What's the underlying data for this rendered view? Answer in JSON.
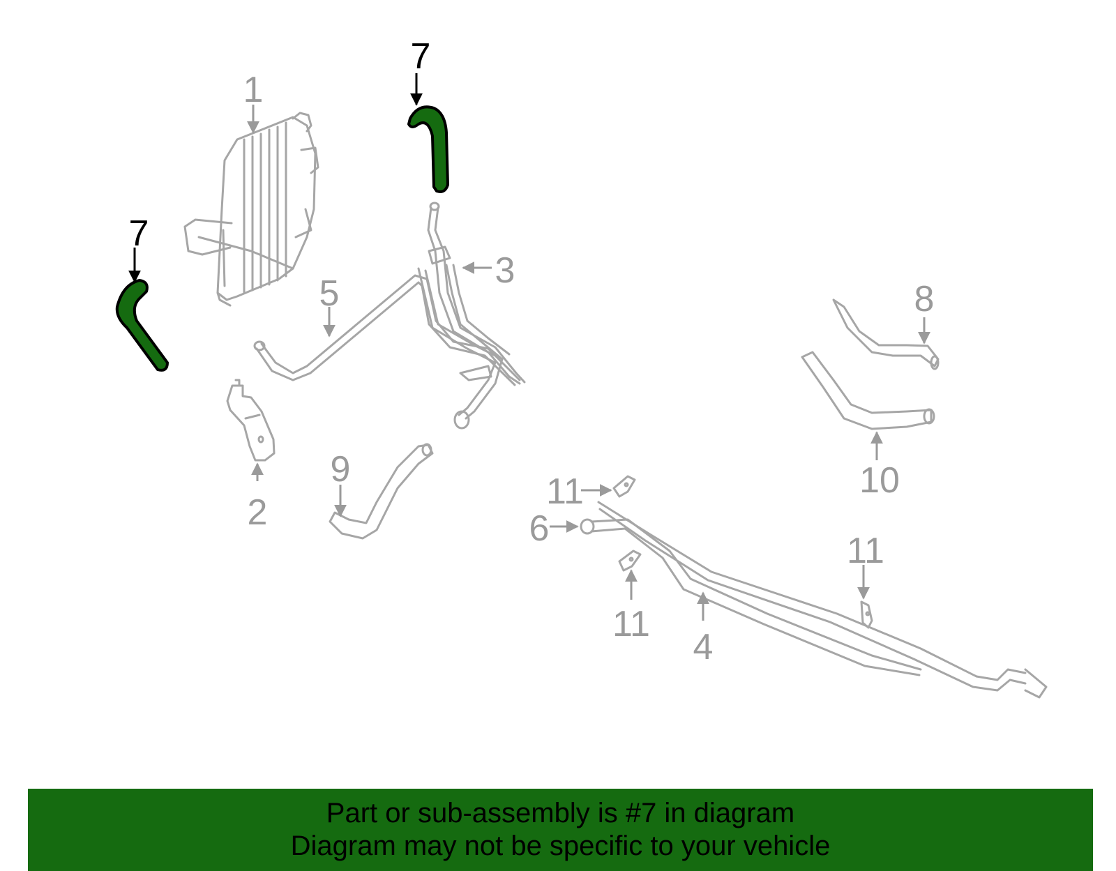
{
  "callouts": [
    {
      "label": "1"
    },
    {
      "label": "2"
    },
    {
      "label": "3"
    },
    {
      "label": "4"
    },
    {
      "label": "5"
    },
    {
      "label": "6"
    },
    {
      "label": "7"
    },
    {
      "label": "7"
    },
    {
      "label": "8"
    },
    {
      "label": "9"
    },
    {
      "label": "10"
    },
    {
      "label": "11"
    },
    {
      "label": "11"
    },
    {
      "label": "11"
    }
  ],
  "highlight_color": "#156b10",
  "banner": {
    "line1": "Part or sub-assembly is #7 in diagram",
    "line2": "Diagram may not be specific to your vehicle"
  }
}
